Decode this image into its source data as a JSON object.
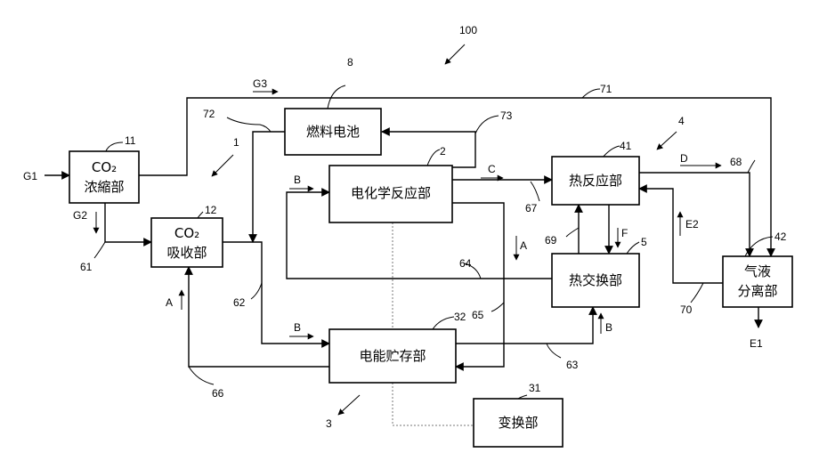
{
  "figure_number": "100",
  "components": {
    "co2_concentrator": {
      "ref": "11",
      "line1": "CO₂",
      "line2": "浓縮部"
    },
    "co2_absorber": {
      "ref": "12",
      "line1": "CO₂",
      "line2": "吸收部"
    },
    "fuel_cell": {
      "ref": "8",
      "label": "燃料电池"
    },
    "electrochemical_reactor": {
      "ref": "2",
      "label": "电化学反应部"
    },
    "heat_reactor": {
      "ref": "41",
      "label": "热反应部"
    },
    "heat_exchanger": {
      "ref": "5",
      "label": "热交换部"
    },
    "gas_liquid_separator": {
      "ref": "42",
      "line1": "气液",
      "line2": "分离部"
    },
    "energy_storage": {
      "ref": "32",
      "label": "电能贮存部"
    },
    "converter": {
      "ref": "31",
      "label": "变换部"
    }
  },
  "group_refs": {
    "co2_system": "1",
    "storage_system": "3",
    "thermal_system": "4"
  },
  "streams": {
    "g1": "G1",
    "g2": "G2",
    "g3": "G3",
    "a_left": "A",
    "a_mid": "A",
    "b_top": "B",
    "b_mid": "B",
    "b_right": "B",
    "c": "C",
    "d": "D",
    "e1": "E1",
    "e2": "E2",
    "f": "F"
  },
  "lines": {
    "l61": "61",
    "l62": "62",
    "l63": "63",
    "l64": "64",
    "l65": "65",
    "l66": "66",
    "l67": "67",
    "l68": "68",
    "l69": "69",
    "l70": "70",
    "l71": "71",
    "l72": "72",
    "l73": "73"
  }
}
